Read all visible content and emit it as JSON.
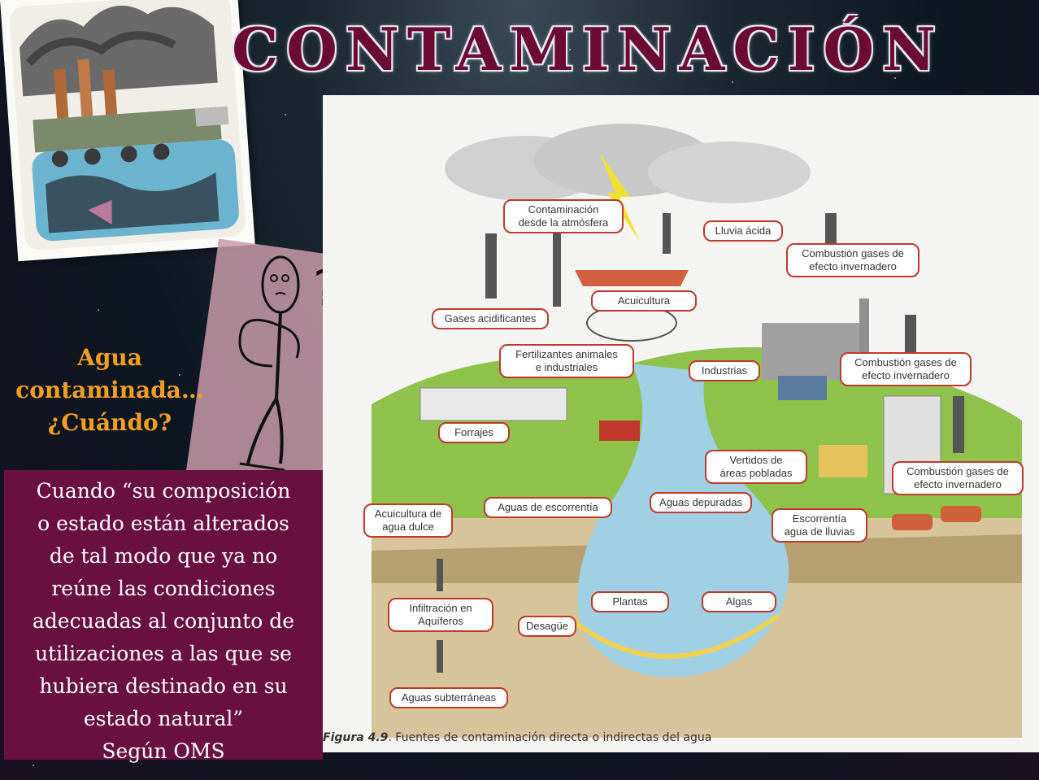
{
  "slide": {
    "title": "Contaminación",
    "question": [
      "Agua",
      "contaminada…",
      "¿Cuándo?"
    ],
    "quote": [
      " Cuando “su composición",
      "o estado están alterados",
      "de tal modo que ya no",
      "reúne las condiciones",
      "adecuadas al conjunto de",
      "utilizaciones a las que se",
      "hubiera destinado en su",
      "estado natural”",
      "Según OMS"
    ],
    "question_mark": "?"
  },
  "figure": {
    "caption_prefix": "Figura 4.9",
    "caption_text": ". Fuentes de contaminación directa o indirectas del agua",
    "labels": {
      "contaminacion_atmosfera": [
        "Contaminación",
        "desde la atmósfera"
      ],
      "lluvia_acida": "Lluvia ácida",
      "combustion_1": [
        "Combustión gases de",
        "efecto invernadero"
      ],
      "acuicultura": "Acuicultura",
      "gases_acidificantes": "Gases acidificantes",
      "fertilizantes": [
        "Fertilizantes animales",
        "e industriales"
      ],
      "industrias": "Industrias",
      "combustion_2": [
        "Combustión gases de",
        "efecto invernadero"
      ],
      "forrajes": "Forrajes",
      "vertidos": [
        "Vertidos de",
        "áreas pobladas"
      ],
      "combustion_3": [
        "Combustión gases de",
        "efecto invernadero"
      ],
      "aguas_escorrentia": "Aguas de escorrentía",
      "aguas_depuradas": "Aguas depuradas",
      "acuicultura_dulce": [
        "Acuicultura de",
        "agua dulce"
      ],
      "escorrentia_lluvias": [
        "Escorrentía",
        "agua de lluvias"
      ],
      "plantas": "Plantas",
      "algas": "Algas",
      "infiltracion": [
        "Infiltración en",
        "Aquíferos"
      ],
      "desague": "Desagüe",
      "aguas_subterraneas": "Aguas subterráneas"
    }
  },
  "colors": {
    "title": "#6b0a32",
    "question": "#f0a020",
    "quote_bg": "#6a1040",
    "label_border": "#c0392b"
  }
}
